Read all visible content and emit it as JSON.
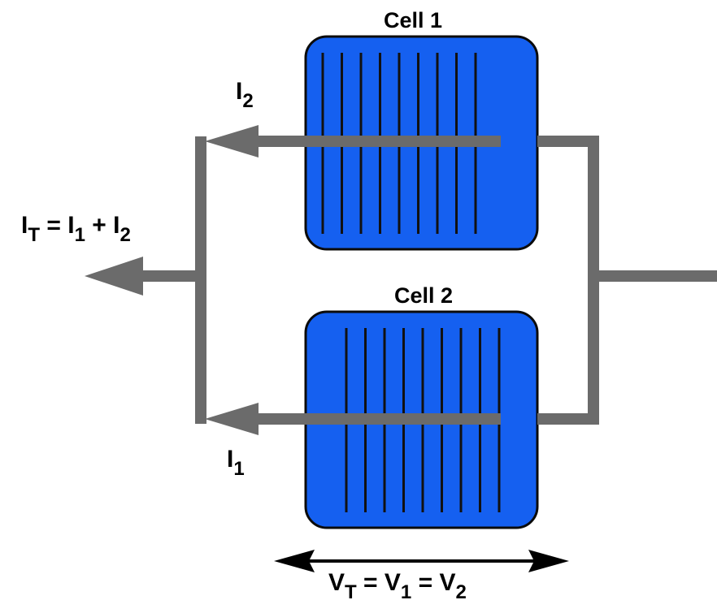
{
  "cells": [
    {
      "label": "Cell 1"
    },
    {
      "label": "Cell 2"
    }
  ],
  "currents": {
    "total": {
      "symbol": "I",
      "sub": "T",
      "eq": " = ",
      "a": "I",
      "a_sub": "1",
      "plus": " + ",
      "b": "I",
      "b_sub": "2"
    },
    "cell1": {
      "symbol": "I",
      "sub": "2"
    },
    "cell2": {
      "symbol": "I",
      "sub": "1"
    }
  },
  "voltage": {
    "v": "V",
    "v_sub": "T",
    "eq1": " = ",
    "v1": "V",
    "v1_sub": "1",
    "eq2": " = ",
    "v2": "V",
    "v2_sub": "2"
  },
  "colors": {
    "cell_fill": "#1560f0",
    "cell_border": "#0b0b0b",
    "wire": "#6b6b6b",
    "finger": "#111111"
  }
}
